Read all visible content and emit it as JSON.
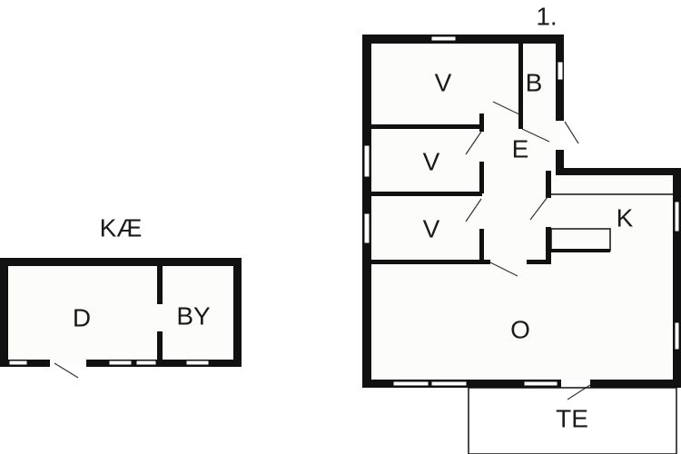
{
  "plan": {
    "floor_label": "1.",
    "annex_label": "KÆ",
    "annex_rooms": [
      "D",
      "BY"
    ],
    "rooms": {
      "bedroom_1": "V",
      "bathroom": "B",
      "entrance": "E",
      "bedroom_2": "V",
      "bedroom_3": "V",
      "kitchen": "K",
      "living": "O",
      "terrace": "TE"
    }
  }
}
